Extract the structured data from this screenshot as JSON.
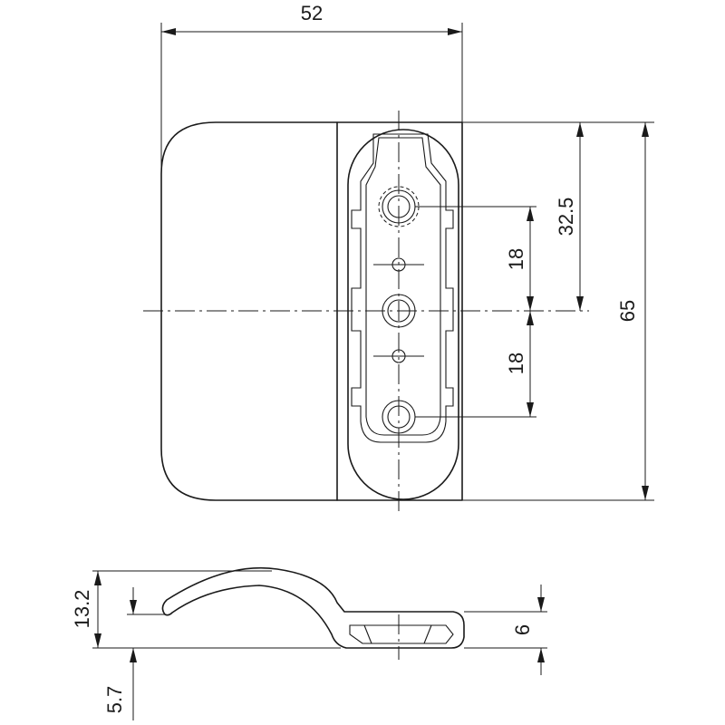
{
  "drawing": {
    "dimensions": {
      "width": "52",
      "height": "65",
      "pitch_32_5": "32.5",
      "pitch_upper": "18",
      "pitch_lower": "18",
      "side_height": "13.2",
      "side_offset": "5.7",
      "base_thickness": "6"
    },
    "colors": {
      "line": "#1a1a1a",
      "background": "#ffffff"
    }
  }
}
